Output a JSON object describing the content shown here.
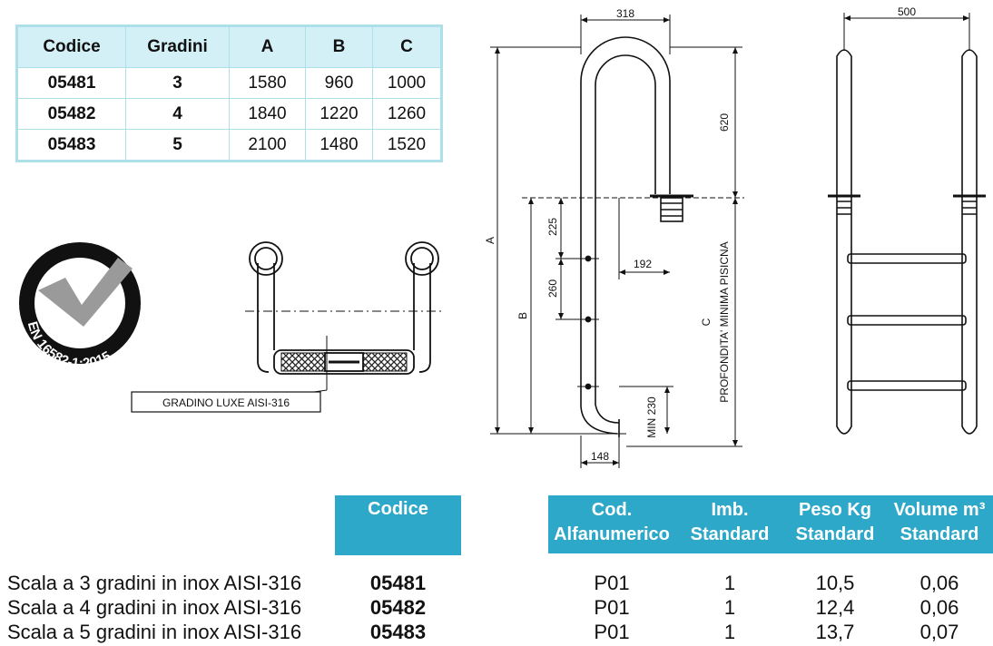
{
  "dim_table": {
    "headers": [
      "Codice",
      "Gradini",
      "A",
      "B",
      "C"
    ],
    "rows": [
      [
        "05481",
        "3",
        "1580",
        "960",
        "1000"
      ],
      [
        "05482",
        "4",
        "1840",
        "1220",
        "1260"
      ],
      [
        "05483",
        "5",
        "2100",
        "1480",
        "1520"
      ]
    ]
  },
  "badge": {
    "text": "EN 16582-1:2015"
  },
  "step_drawing": {
    "label": "GRADINO LUXE AISI-316"
  },
  "side_view": {
    "dims": {
      "width_top": "318",
      "height_top": "620",
      "a": "A",
      "b": "B",
      "c": "C",
      "d225": "225",
      "d260": "260",
      "d192": "192",
      "min230": "MIN 230",
      "d148": "148",
      "depth_label": "PROFONDITA' MINIMA PISICNA"
    }
  },
  "front_view": {
    "width": "500"
  },
  "product_table": {
    "headers": {
      "codice": "Codice",
      "alfa_1": "Cod.",
      "alfa_2": "Alfanumerico",
      "imb_1": "Imb.",
      "imb_2": "Standard",
      "peso_1": "Peso Kg",
      "peso_2": "Standard",
      "vol_1": "Volume m³",
      "vol_2": "Standard"
    },
    "rows": [
      {
        "desc": "Scala a 3 gradini in inox AISI-316",
        "code": "05481",
        "alfa": "P01",
        "imb": "1",
        "peso": "10,5",
        "vol": "0,06"
      },
      {
        "desc": "Scala a 4 gradini in inox AISI-316",
        "code": "05482",
        "alfa": "P01",
        "imb": "1",
        "peso": "12,4",
        "vol": "0,06"
      },
      {
        "desc": "Scala a 5 gradini in inox AISI-316",
        "code": "05483",
        "alfa": "P01",
        "imb": "1",
        "peso": "13,7",
        "vol": "0,07"
      }
    ]
  }
}
